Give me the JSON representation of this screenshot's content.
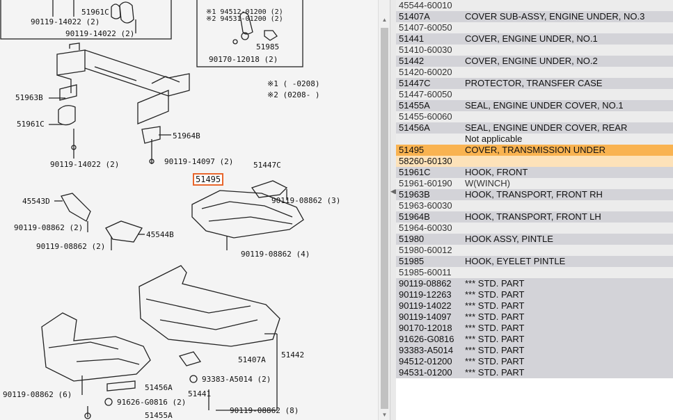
{
  "diagram": {
    "callout": "51495",
    "labels": [
      "90119-14022 (2)",
      "51961C",
      "90119-14022 (2)",
      "※1 94512-01200 (2)",
      "※2 94531-01200 (2)",
      "51985",
      "90170-12018 (2)",
      "※1 (     -0208)",
      "※2 (0208-     )",
      "51963B",
      "51961C",
      "51964B",
      "90119-14022 (2)",
      "90119-14097 (2)",
      "51447C",
      "90119-08862 (3)",
      "45543D",
      "90119-08862 (2)",
      "45544B",
      "90119-08862 (2)",
      "90119-08862 (4)",
      "51407A",
      "51442",
      "93383-A5014 (2)",
      "51456A",
      "51441",
      "90119-08862 (6)",
      "91626-G0816 (2)",
      "51455A",
      "90119-08862 (8)"
    ]
  },
  "scroll": {
    "up": "▲",
    "down": "▼",
    "grip": "◀▶"
  },
  "parts": [
    {
      "type": "s",
      "pn": "45544-60010",
      "desc": ""
    },
    {
      "type": "m",
      "pn": "51407A",
      "desc": "COVER SUB-ASSY, ENGINE UNDER, NO.3"
    },
    {
      "type": "s",
      "pn": "51407-60050",
      "desc": ""
    },
    {
      "type": "m",
      "pn": "51441",
      "desc": "COVER, ENGINE UNDER, NO.1"
    },
    {
      "type": "s",
      "pn": "51410-60030",
      "desc": ""
    },
    {
      "type": "m",
      "pn": "51442",
      "desc": "COVER, ENGINE UNDER, NO.2"
    },
    {
      "type": "s",
      "pn": "51420-60020",
      "desc": ""
    },
    {
      "type": "m",
      "pn": "51447C",
      "desc": "PROTECTOR, TRANSFER CASE"
    },
    {
      "type": "s",
      "pn": "51447-60050",
      "desc": ""
    },
    {
      "type": "m",
      "pn": "51455A",
      "desc": "SEAL, ENGINE UNDER COVER, NO.1"
    },
    {
      "type": "s",
      "pn": "51455-60060",
      "desc": ""
    },
    {
      "type": "m",
      "pn": "51456A",
      "desc": "SEAL, ENGINE UNDER COVER, REAR"
    },
    {
      "type": "note",
      "pn": "",
      "desc": "Not applicable"
    },
    {
      "type": "sel",
      "pn": "51495",
      "desc": "COVER, TRANSMISSION UNDER"
    },
    {
      "type": "selsub",
      "pn": "58260-60130",
      "desc": ""
    },
    {
      "type": "m",
      "pn": "51961C",
      "desc": "HOOK, FRONT"
    },
    {
      "type": "s",
      "pn": "51961-60190",
      "desc": "W(WINCH)"
    },
    {
      "type": "m",
      "pn": "51963B",
      "desc": "HOOK, TRANSPORT, FRONT RH"
    },
    {
      "type": "s",
      "pn": "51963-60030",
      "desc": ""
    },
    {
      "type": "m",
      "pn": "51964B",
      "desc": "HOOK, TRANSPORT, FRONT LH"
    },
    {
      "type": "s",
      "pn": "51964-60030",
      "desc": ""
    },
    {
      "type": "m",
      "pn": "51980",
      "desc": "HOOK ASSY, PINTLE"
    },
    {
      "type": "s",
      "pn": "51980-60012",
      "desc": ""
    },
    {
      "type": "m",
      "pn": "51985",
      "desc": "HOOK, EYELET PINTLE"
    },
    {
      "type": "s",
      "pn": "51985-60011",
      "desc": ""
    },
    {
      "type": "m",
      "pn": "90119-08862",
      "desc": "*** STD. PART"
    },
    {
      "type": "m",
      "pn": "90119-12263",
      "desc": "*** STD. PART"
    },
    {
      "type": "m",
      "pn": "90119-14022",
      "desc": "*** STD. PART"
    },
    {
      "type": "m",
      "pn": "90119-14097",
      "desc": "*** STD. PART"
    },
    {
      "type": "m",
      "pn": "90170-12018",
      "desc": "*** STD. PART"
    },
    {
      "type": "m",
      "pn": "91626-G0816",
      "desc": "*** STD. PART"
    },
    {
      "type": "m",
      "pn": "93383-A5014",
      "desc": "*** STD. PART"
    },
    {
      "type": "m",
      "pn": "94512-01200",
      "desc": "*** STD. PART"
    },
    {
      "type": "m",
      "pn": "94531-01200",
      "desc": "*** STD. PART"
    }
  ]
}
